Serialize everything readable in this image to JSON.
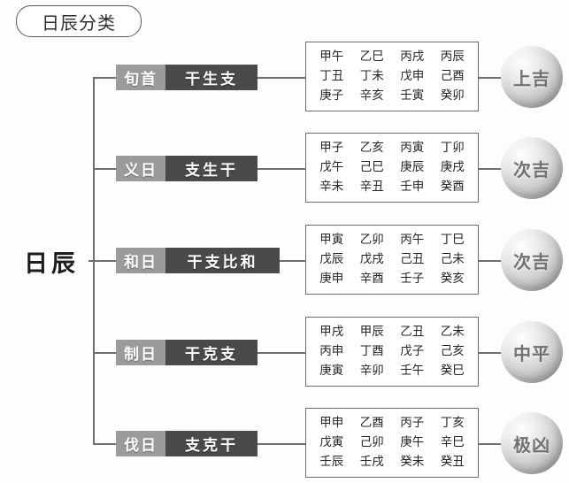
{
  "title": {
    "text": "日辰分类"
  },
  "root": {
    "label": "日辰"
  },
  "rows": [
    {
      "category": "旬首",
      "relation": "干生支",
      "result": "上吉",
      "table": [
        [
          "甲午",
          "乙巳",
          "丙戌",
          "丙辰"
        ],
        [
          "丁丑",
          "丁未",
          "戊申",
          "己酉"
        ],
        [
          "庚子",
          "辛亥",
          "壬寅",
          "癸卯"
        ]
      ]
    },
    {
      "category": "义日",
      "relation": "支生干",
      "result": "次吉",
      "table": [
        [
          "甲子",
          "乙亥",
          "丙寅",
          "丁卯"
        ],
        [
          "戊午",
          "己巳",
          "庚辰",
          "庚戌"
        ],
        [
          "辛未",
          "辛丑",
          "壬申",
          "癸酉"
        ]
      ]
    },
    {
      "category": "和日",
      "relation": "干支比和",
      "result": "次吉",
      "table": [
        [
          "甲寅",
          "乙卯",
          "丙午",
          "丁巳"
        ],
        [
          "戊辰",
          "戊戌",
          "己丑",
          "己未"
        ],
        [
          "庚申",
          "辛酉",
          "壬子",
          "癸亥"
        ]
      ]
    },
    {
      "category": "制日",
      "relation": "干克支",
      "result": "中平",
      "table": [
        [
          "甲戌",
          "甲辰",
          "乙丑",
          "乙未"
        ],
        [
          "丙申",
          "丁酉",
          "戊子",
          "己亥"
        ],
        [
          "庚寅",
          "辛卯",
          "壬午",
          "癸巳"
        ]
      ]
    },
    {
      "category": "伐日",
      "relation": "支克干",
      "result": "极凶",
      "table": [
        [
          "甲申",
          "乙酉",
          "丙子",
          "丁亥"
        ],
        [
          "戊寅",
          "己卯",
          "庚午",
          "辛巳"
        ],
        [
          "壬辰",
          "壬戌",
          "癸未",
          "癸丑"
        ]
      ]
    }
  ],
  "colors": {
    "category_box": "#9b9b9b",
    "relation_box": "#4a4a4a",
    "line": "#6c6f72",
    "table_border": "#6a6d70",
    "sphere_text": "#6e7174"
  }
}
